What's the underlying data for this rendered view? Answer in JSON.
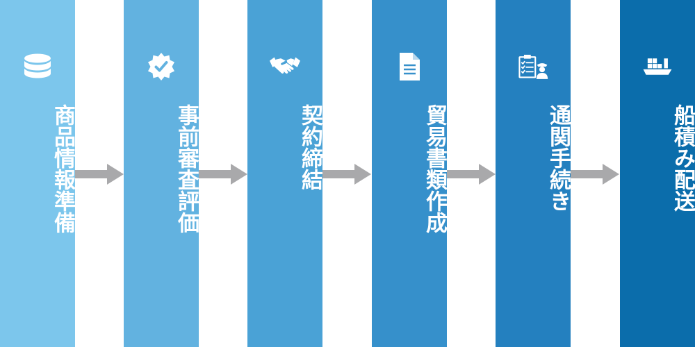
{
  "steps": [
    {
      "label": "商品情報準備",
      "icon": "database-icon",
      "color": "#7cc6ec"
    },
    {
      "label": "事前審査評価",
      "icon": "certified-badge-icon",
      "color": "#62b2e0"
    },
    {
      "label": "契約締結",
      "icon": "handshake-icon",
      "color": "#4aa2d6"
    },
    {
      "label": "貿易書類作成",
      "icon": "document-icon",
      "color": "#3690cb"
    },
    {
      "label": "通関手続き",
      "icon": "customs-checklist-icon",
      "color": "#2480bf"
    },
    {
      "label": "船積み配送",
      "icon": "cargo-ship-icon",
      "color": "#0b6dab"
    }
  ],
  "arrow_color": "#a9a9ab"
}
